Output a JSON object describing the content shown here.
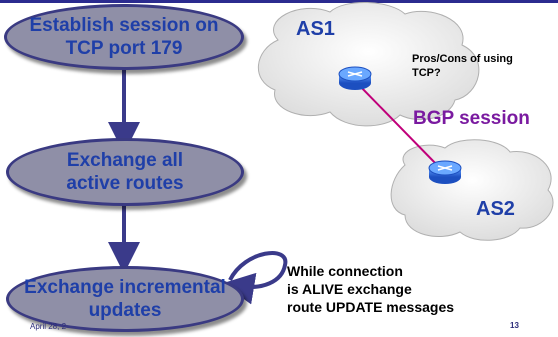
{
  "steps": [
    {
      "label": "Establish session on\nTCP port 179"
    },
    {
      "label": "Exchange all\nactive routes"
    },
    {
      "label": "Exchange incremental\nupdates"
    }
  ],
  "clouds": {
    "as1": "AS1",
    "as2": "AS2"
  },
  "notes": {
    "tcp_question": "Pros/Cons of using\nTCP?",
    "bgp_session": "BGP session",
    "alive": "While connection\nis ALIVE exchange\nroute UPDATE messages"
  },
  "footer": {
    "date": "April 28, 2",
    "page": "13"
  },
  "colors": {
    "oval_fill": "#8f8fa7",
    "oval_text": "#1f3fa8",
    "arrow": "#3a3a8a",
    "session_line": "#c0007a",
    "bgp_text": "#7a1aa0",
    "router": "#2f6ee0"
  }
}
